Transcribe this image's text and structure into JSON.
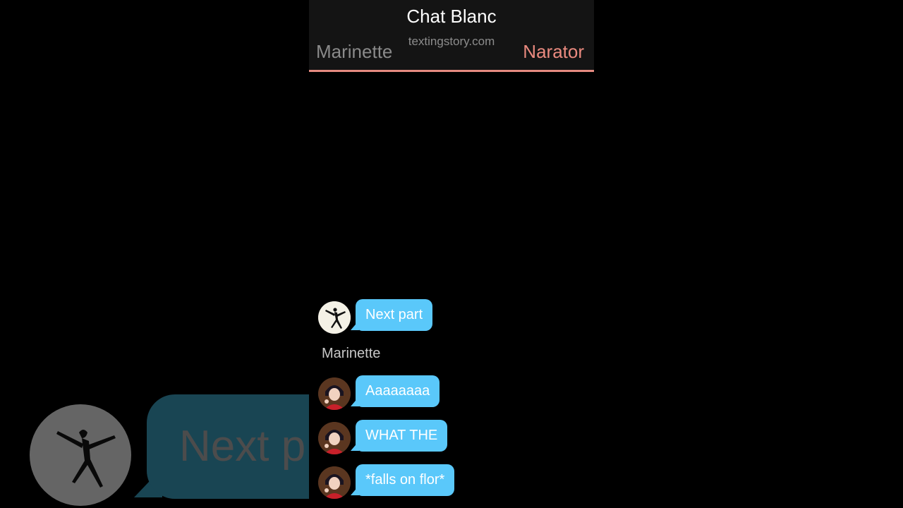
{
  "header": {
    "title": "Chat Blanc",
    "site": "textingstory.com",
    "tab_left": "Marinette",
    "tab_right": "Narator"
  },
  "background_zoom": {
    "bubble_text": "Next p"
  },
  "messages": [
    {
      "avatar": "dancer-avatar-icon",
      "text": "Next part"
    },
    {
      "avatar": "marinette-avatar-icon",
      "text": "Aaaaaaaa"
    },
    {
      "avatar": "marinette-avatar-icon",
      "text": "WHAT THE"
    },
    {
      "avatar": "marinette-avatar-icon",
      "text": "*falls on flor*"
    }
  ],
  "sender_label": "Marinette",
  "colors": {
    "bubble": "#5ac8fa",
    "accent": "#e58a80",
    "header_bg": "#141414"
  }
}
